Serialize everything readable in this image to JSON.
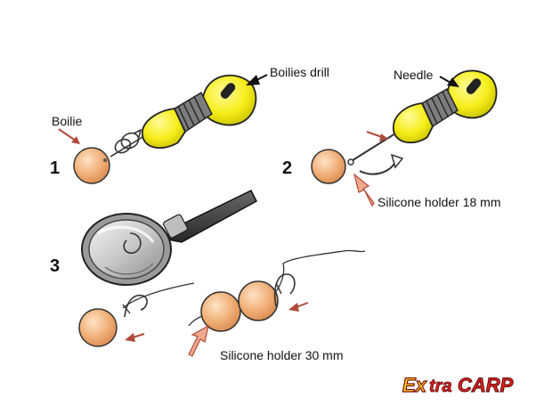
{
  "labels": {
    "boilies_drill": "Boilies drill",
    "needle": "Needle",
    "boilie": "Boilie",
    "silicone_18": "Silicone holder 18 mm",
    "silicone_30": "Silicone holder 30 mm"
  },
  "steps": {
    "one": "1",
    "two": "2",
    "three": "3"
  },
  "logo": {
    "ex": "Ex",
    "tra": "tra",
    "carp": "CARP"
  },
  "colors": {
    "boilie": "#f2b27c",
    "handle_yellow": "#f6ee1a",
    "grip_grey": "#7d7d7d",
    "arrow_red": "#b04a3a",
    "logo_red": "#e02020",
    "logo_yellow": "#ffd21a"
  }
}
